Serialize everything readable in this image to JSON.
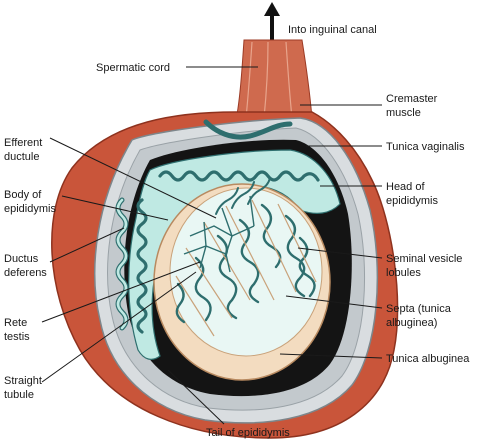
{
  "labels": {
    "inguinal": "Into inguinal canal",
    "spermatic_cord": "Spermatic cord",
    "cremaster_1": "Cremaster",
    "cremaster_2": "muscle",
    "tunica_vaginalis": "Tunica vaginalis",
    "efferent_1": "Efferent",
    "efferent_2": "ductule",
    "body_epi_1": "Body of",
    "body_epi_2": "epididymis",
    "head_epi_1": "Head of",
    "head_epi_2": "epididymis",
    "ductus_1": "Ductus",
    "ductus_2": "deferens",
    "seminal_1": "Seminal vesicle",
    "seminal_2": "lobules",
    "rete_1": "Rete",
    "rete_2": "testis",
    "septa_1": "Septa (tunica",
    "septa_2": "albuginea)",
    "tunica_albuginea": "Tunica albuginea",
    "straight_1": "Straight",
    "straight_2": "tubule",
    "tail_epi": "Tail of epididymis"
  },
  "colors": {
    "muscle": "#c9553a",
    "muscle_dark": "#a63f28",
    "vaginalis": "#d9dde0",
    "vaginalis_edge": "#8f979c",
    "cavity": "#111111",
    "tubule": "#bfe9e3",
    "tubule_edge": "#2e6e6e",
    "albuginea": "#f3dcc0",
    "albuginea_edge": "#c9a27a"
  }
}
